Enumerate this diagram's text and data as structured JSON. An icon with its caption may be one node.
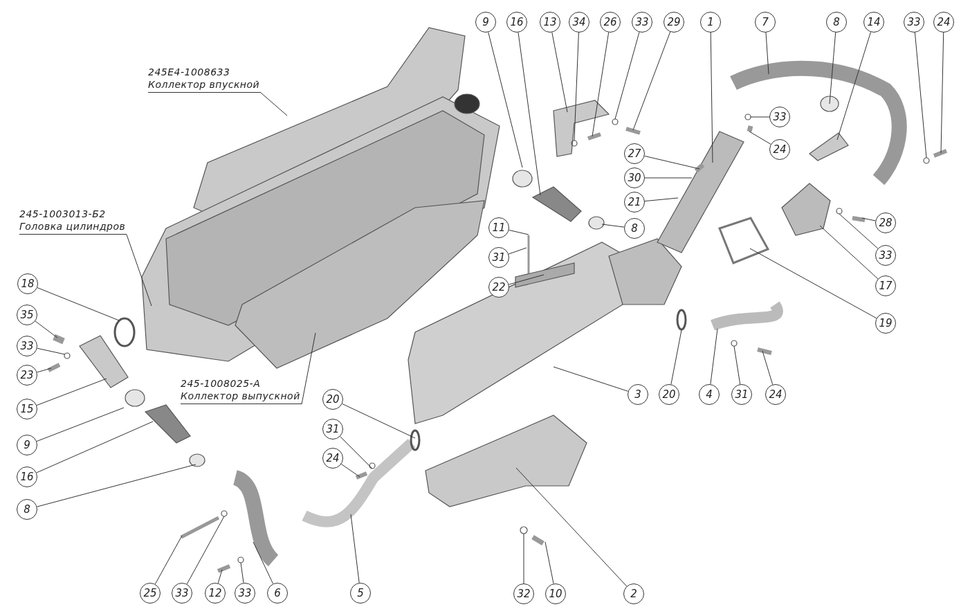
{
  "diagram": {
    "nodes": [
      {
        "text": [
          "9"
        ]
      },
      {
        "text": [
          "16"
        ]
      },
      {
        "text": [
          "13"
        ]
      },
      {
        "text": [
          "34"
        ]
      },
      {
        "text": [
          "26"
        ]
      },
      {
        "text": [
          "33"
        ]
      },
      {
        "text": [
          "29"
        ]
      },
      {
        "text": [
          "1"
        ]
      },
      {
        "text": [
          "7"
        ]
      },
      {
        "text": [
          "8"
        ]
      },
      {
        "text": [
          "14"
        ]
      },
      {
        "text": [
          "33"
        ]
      },
      {
        "text": [
          "24"
        ]
      },
      {
        "text": [
          "245E4-1008633",
          "Коллектор впускной"
        ]
      },
      {
        "text": [
          "33"
        ]
      },
      {
        "text": [
          "24"
        ]
      },
      {
        "text": [
          "27"
        ]
      },
      {
        "text": [
          "30"
        ]
      },
      {
        "text": [
          "21"
        ]
      },
      {
        "text": [
          "245-1003013-Б2",
          "Головка цилиндров"
        ]
      },
      {
        "text": [
          "11"
        ]
      },
      {
        "text": [
          "8"
        ]
      },
      {
        "text": [
          "28"
        ]
      },
      {
        "text": [
          "33"
        ]
      },
      {
        "text": [
          "31"
        ]
      },
      {
        "text": [
          "18"
        ]
      },
      {
        "text": [
          "17"
        ]
      },
      {
        "text": [
          "22"
        ]
      },
      {
        "text": [
          "35"
        ]
      },
      {
        "text": [
          "19"
        ]
      },
      {
        "text": [
          "33"
        ]
      },
      {
        "text": [
          "23"
        ]
      },
      {
        "text": [
          "245-1008025-А",
          "Коллектор выпускной"
        ]
      },
      {
        "text": [
          "3"
        ]
      },
      {
        "text": [
          "20"
        ]
      },
      {
        "text": [
          "4"
        ]
      },
      {
        "text": [
          "31"
        ]
      },
      {
        "text": [
          "24"
        ]
      },
      {
        "text": [
          "20"
        ]
      },
      {
        "text": [
          "15"
        ]
      },
      {
        "text": [
          "31"
        ]
      },
      {
        "text": [
          "9"
        ]
      },
      {
        "text": [
          "24"
        ]
      },
      {
        "text": [
          "16"
        ]
      },
      {
        "text": [
          "8"
        ]
      },
      {
        "text": [
          "25"
        ]
      },
      {
        "text": [
          "33"
        ]
      },
      {
        "text": [
          "12"
        ]
      },
      {
        "text": [
          "33"
        ]
      },
      {
        "text": [
          "6"
        ]
      },
      {
        "text": [
          "5"
        ]
      },
      {
        "text": [
          "32"
        ]
      },
      {
        "text": [
          "10"
        ]
      },
      {
        "text": [
          "2"
        ]
      }
    ],
    "edges": [
      {
        "from": 0,
        "to": null,
        "arrow": "none"
      },
      {
        "from": 1,
        "to": null,
        "arrow": "none"
      },
      {
        "from": 2,
        "to": null,
        "arrow": "none"
      },
      {
        "from": 3,
        "to": null,
        "arrow": "none"
      },
      {
        "from": 4,
        "to": null,
        "arrow": "none"
      },
      {
        "from": 5,
        "to": null,
        "arrow": "none"
      },
      {
        "from": 6,
        "to": null,
        "arrow": "none"
      },
      {
        "from": 7,
        "to": null,
        "arrow": "none"
      },
      {
        "from": 8,
        "to": null,
        "arrow": "none"
      },
      {
        "from": 9,
        "to": null,
        "arrow": "none"
      },
      {
        "from": 10,
        "to": null,
        "arrow": "none"
      },
      {
        "from": 11,
        "to": null,
        "arrow": "none"
      },
      {
        "from": 12,
        "to": null,
        "arrow": "none"
      },
      {
        "from": 13,
        "to": null,
        "arrow": "none"
      },
      {
        "from": 14,
        "to": null,
        "arrow": "none"
      },
      {
        "from": 15,
        "to": null,
        "arrow": "none"
      },
      {
        "from": 16,
        "to": null,
        "arrow": "none"
      },
      {
        "from": 17,
        "to": null,
        "arrow": "none"
      },
      {
        "from": 18,
        "to": null,
        "arrow": "none"
      },
      {
        "from": 19,
        "to": null,
        "arrow": "none"
      },
      {
        "from": 20,
        "to": null,
        "arrow": "none"
      },
      {
        "from": 21,
        "to": null,
        "arrow": "none"
      },
      {
        "from": 22,
        "to": null,
        "arrow": "none"
      },
      {
        "from": 23,
        "to": null,
        "arrow": "none"
      },
      {
        "from": 24,
        "to": null,
        "arrow": "none"
      },
      {
        "from": 25,
        "to": null,
        "arrow": "none"
      },
      {
        "from": 26,
        "to": null,
        "arrow": "none"
      },
      {
        "from": 27,
        "to": null,
        "arrow": "none"
      },
      {
        "from": 28,
        "to": null,
        "arrow": "none"
      },
      {
        "from": 29,
        "to": null,
        "arrow": "none"
      },
      {
        "from": 30,
        "to": null,
        "arrow": "none"
      },
      {
        "from": 31,
        "to": null,
        "arrow": "none"
      },
      {
        "from": 32,
        "to": null,
        "arrow": "none"
      },
      {
        "from": 33,
        "to": null,
        "arrow": "none"
      },
      {
        "from": 34,
        "to": null,
        "arrow": "none"
      },
      {
        "from": 35,
        "to": null,
        "arrow": "none"
      },
      {
        "from": 36,
        "to": null,
        "arrow": "none"
      },
      {
        "from": 37,
        "to": null,
        "arrow": "none"
      },
      {
        "from": 38,
        "to": null,
        "arrow": "none"
      },
      {
        "from": 39,
        "to": null,
        "arrow": "none"
      },
      {
        "from": 40,
        "to": null,
        "arrow": "none"
      },
      {
        "from": 41,
        "to": null,
        "arrow": "none"
      },
      {
        "from": 42,
        "to": null,
        "arrow": "none"
      },
      {
        "from": 43,
        "to": null,
        "arrow": "none"
      },
      {
        "from": 44,
        "to": null,
        "arrow": "none"
      },
      {
        "from": 45,
        "to": null,
        "arrow": "none"
      },
      {
        "from": 46,
        "to": null,
        "arrow": "none"
      },
      {
        "from": 47,
        "to": null,
        "arrow": "none"
      },
      {
        "from": 48,
        "to": null,
        "arrow": "none"
      },
      {
        "from": 49,
        "to": null,
        "arrow": "none"
      },
      {
        "from": 50,
        "to": null,
        "arrow": "none"
      },
      {
        "from": 51,
        "to": null,
        "arrow": "none"
      },
      {
        "from": 52,
        "to": null,
        "arrow": "none"
      },
      {
        "from": 53,
        "to": null,
        "arrow": "none"
      }
    ]
  }
}
